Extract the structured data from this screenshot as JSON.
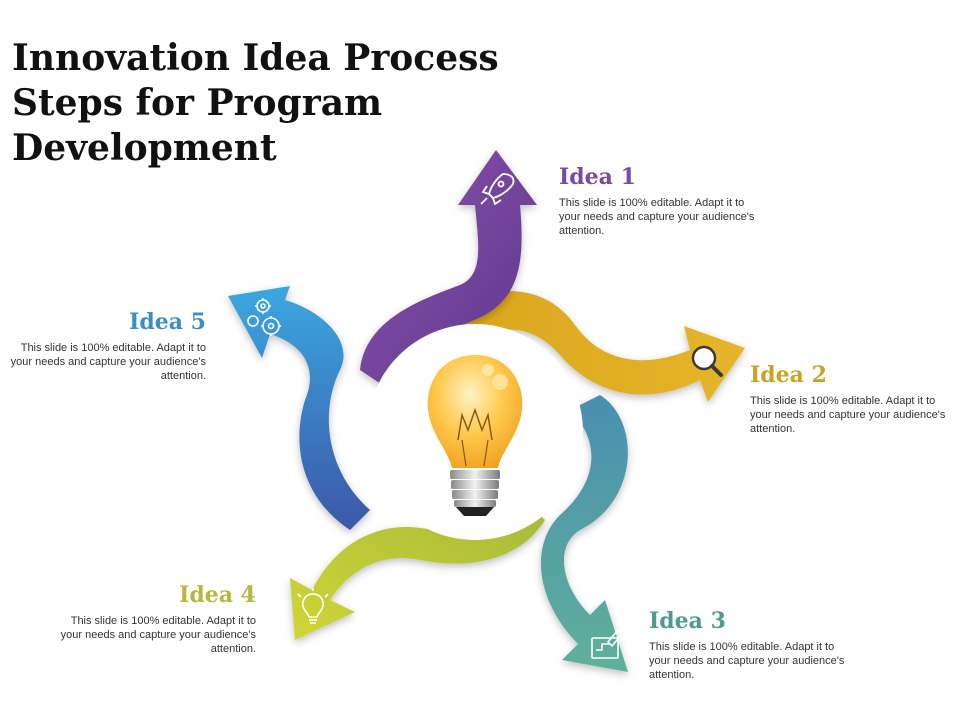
{
  "title": "Innovation Idea Process Steps for Program Development",
  "ideas": [
    {
      "heading": "Idea 1",
      "text": "This slide is 100% editable. Adapt it to your needs and capture your audience's attention.",
      "color": "#7b4a9c",
      "icon": "rocket-icon"
    },
    {
      "heading": "Idea 2",
      "text": "This slide is 100% editable. Adapt it to your needs and capture your audience's attention.",
      "color": "#c9a227",
      "icon": "magnifier-icon"
    },
    {
      "heading": "Idea 3",
      "text": "This slide is 100% editable. Adapt it to your needs and capture your audience's attention.",
      "color": "#4e9a8f",
      "icon": "blueprint-pencil-icon"
    },
    {
      "heading": "Idea 4",
      "text": "This slide is 100% editable. Adapt it to your needs and capture your audience's attention.",
      "color": "#b5b83a",
      "icon": "lightbulb-icon"
    },
    {
      "heading": "Idea 5",
      "text": "This slide is 100% editable. Adapt it to your needs and capture your audience's attention.",
      "color": "#3a8ec9",
      "icon": "gears-icon"
    }
  ],
  "center_icon": "lightbulb-icon"
}
